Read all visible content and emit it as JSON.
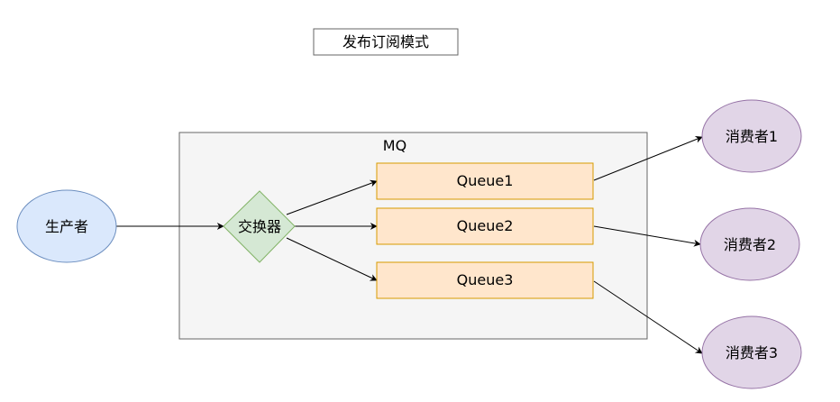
{
  "title": "发布订阅模式",
  "container": {
    "label": "MQ",
    "fill": "#f5f5f5",
    "stroke": "#666666"
  },
  "producer": {
    "label": "生产者",
    "fill": "#dae8fc",
    "stroke": "#6c8ebf"
  },
  "exchange": {
    "label": "交换器",
    "fill": "#d5e8d4",
    "stroke": "#82b366"
  },
  "queues": [
    {
      "label": "Queue1"
    },
    {
      "label": "Queue2"
    },
    {
      "label": "Queue3"
    }
  ],
  "queue_style": {
    "fill": "#ffe6cc",
    "stroke": "#d79b00"
  },
  "consumers": [
    {
      "label": "消费者1"
    },
    {
      "label": "消费者2"
    },
    {
      "label": "消费者3"
    }
  ],
  "consumer_style": {
    "fill": "#e1d5e7",
    "stroke": "#9673a6"
  },
  "edges": [
    {
      "from": "producer",
      "to": "exchange"
    },
    {
      "from": "exchange",
      "to": "queue1"
    },
    {
      "from": "exchange",
      "to": "queue2"
    },
    {
      "from": "exchange",
      "to": "queue3"
    },
    {
      "from": "queue1",
      "to": "consumer1"
    },
    {
      "from": "queue2",
      "to": "consumer2"
    },
    {
      "from": "queue3",
      "to": "consumer3"
    }
  ]
}
